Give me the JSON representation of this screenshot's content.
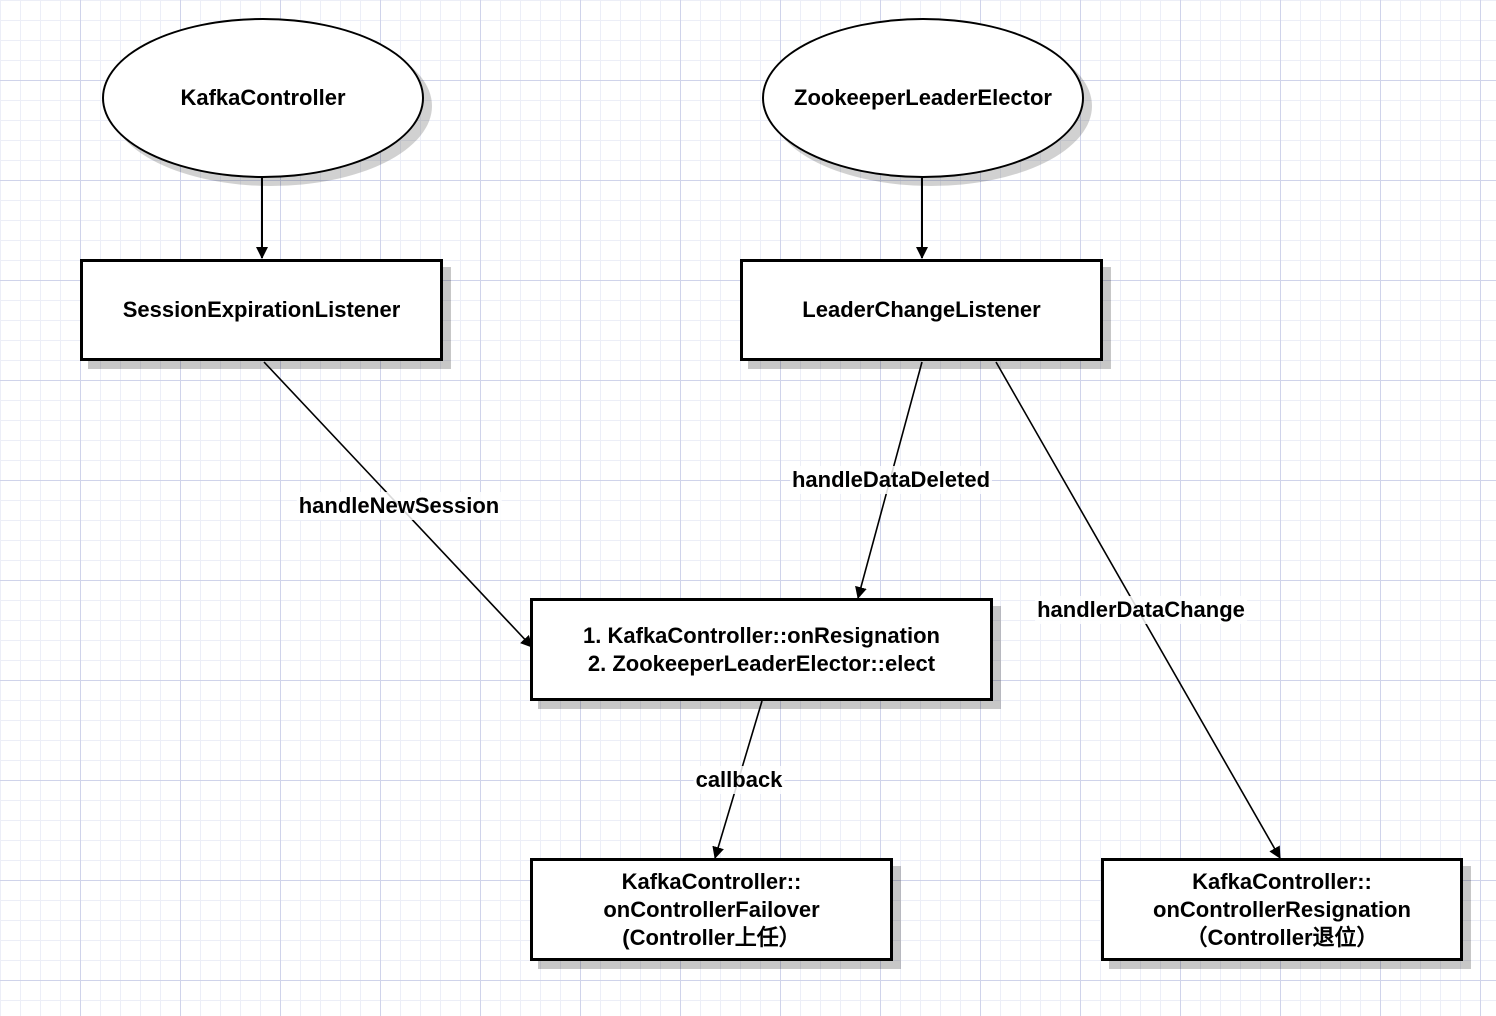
{
  "nodes": {
    "kafka_controller": "KafkaController",
    "zk_leader_elector": "ZookeeperLeaderElector",
    "session_expiration_listener": "SessionExpirationListener",
    "leader_change_listener": "LeaderChangeListener",
    "resign_elect_box": {
      "line1": "1. KafkaController::onResignation",
      "line2": "2. ZookeeperLeaderElector::elect"
    },
    "failover_box": {
      "line1": "KafkaController::",
      "line2": "onControllerFailover",
      "line3": "(Controller上任）"
    },
    "resignation_box": {
      "line1": "KafkaController::",
      "line2": "onControllerResignation",
      "line3": "（Controller退位）"
    }
  },
  "edges": {
    "handle_new_session": "handleNewSession",
    "handle_data_deleted": "handleDataDeleted",
    "handler_data_change": "handlerDataChange",
    "callback": "callback"
  }
}
